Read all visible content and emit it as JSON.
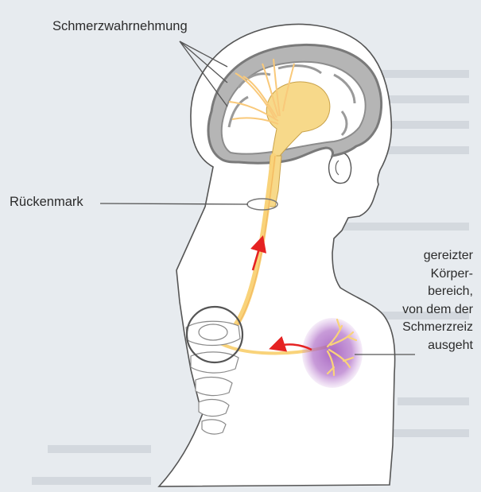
{
  "labels": {
    "pain_perception": "Schmerzwahrnehmung",
    "spinal_cord": "Rückenmark",
    "stimulated_area": [
      "gereizter",
      "Körper-",
      "bereich,",
      "von dem der",
      "Schmerzreiz",
      "ausgeht"
    ]
  },
  "colors": {
    "background": "#e7ebef",
    "figure_fill": "#ffffff",
    "outline": "#555555",
    "brain_gray": "#8c8c8c",
    "nerve_yellow": "#f9d37a",
    "brainstem_yellow": "#f7d98a",
    "arrow_red": "#e52222",
    "stimulus_purple": "#b070c8"
  },
  "icons": [
    "red-arrow-up",
    "red-arrow-left",
    "spinal-cord-ring",
    "vertebra-circle"
  ]
}
